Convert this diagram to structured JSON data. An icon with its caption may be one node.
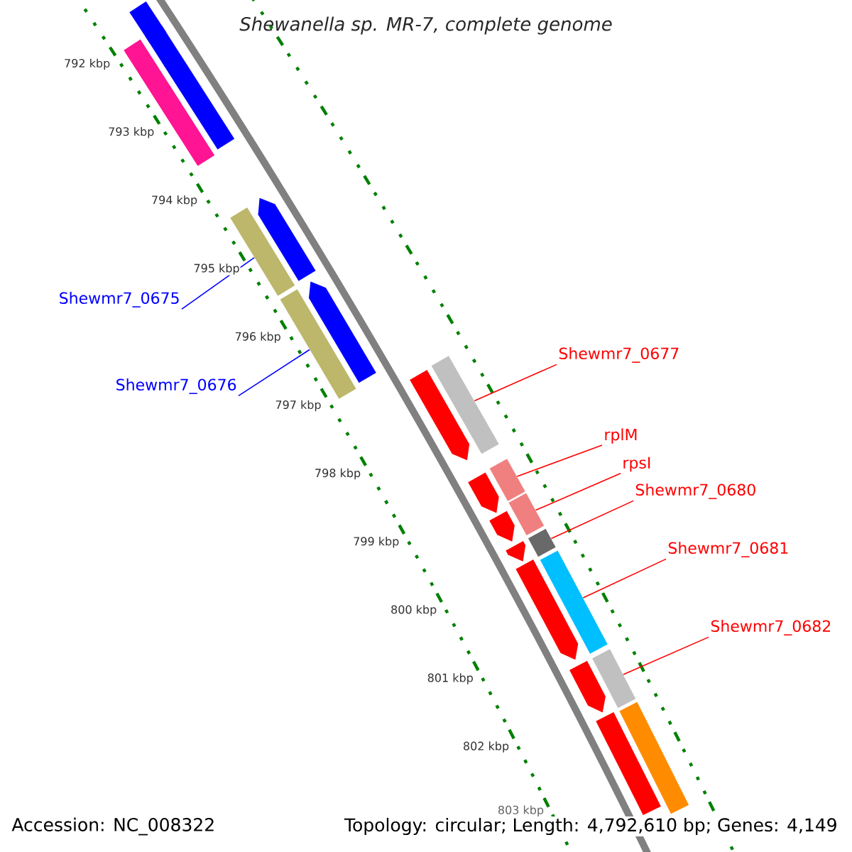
{
  "diagram": {
    "title": "Shewanella sp. MR-7, complete genome",
    "nodes": [
      {
        "text": [
          "Shewmr7_0675"
        ]
      },
      {
        "text": [],
        "shape": "bar"
      },
      {
        "text": [
          "Shewmr7_0676"
        ]
      },
      {
        "text": [],
        "shape": "bar"
      },
      {
        "text": [
          "Shewmr7_0677"
        ]
      },
      {
        "text": [],
        "shape": "bar"
      },
      {
        "text": [
          "rplM"
        ]
      },
      {
        "text": [],
        "shape": "bar"
      },
      {
        "text": [
          "rpsI"
        ]
      },
      {
        "text": [],
        "shape": "bar"
      },
      {
        "text": [
          "Shewmr7_0680"
        ]
      },
      {
        "text": [],
        "shape": "bar"
      },
      {
        "text": [
          "Shewmr7_0681"
        ]
      },
      {
        "text": [],
        "shape": "bar"
      },
      {
        "text": [
          "Shewmr7_0682"
        ]
      },
      {
        "text": [],
        "shape": "bar"
      },
      {
        "text": [],
        "shape": "bar"
      },
      {
        "text": [],
        "shape": "arrow"
      },
      {
        "text": [],
        "shape": "bar"
      },
      {
        "text": [],
        "shape": "arrow"
      },
      {
        "text": [],
        "shape": "arrow"
      },
      {
        "text": [],
        "shape": "arrow"
      },
      {
        "text": [],
        "shape": "arrow"
      },
      {
        "text": [],
        "shape": "arrow"
      },
      {
        "text": [],
        "shape": "arrow"
      },
      {
        "text": [],
        "shape": "arrow"
      },
      {
        "text": [],
        "shape": "arrow"
      },
      {
        "text": [],
        "shape": "arrow"
      },
      {
        "text": [],
        "shape": "bar"
      }
    ],
    "edges": [
      {
        "from": 0,
        "to": 1,
        "arrow": "none",
        "color": "#0000ff"
      },
      {
        "from": 2,
        "to": 3,
        "arrow": "none",
        "color": "#0000ff"
      },
      {
        "from": 4,
        "to": 5,
        "arrow": "none"
      },
      {
        "from": 6,
        "to": 7,
        "arrow": "none"
      },
      {
        "from": 8,
        "to": 9,
        "arrow": "none"
      },
      {
        "from": 10,
        "to": 11,
        "arrow": "none"
      },
      {
        "from": 12,
        "to": 13,
        "arrow": "none"
      },
      {
        "from": 14,
        "to": 15,
        "arrow": "none"
      }
    ],
    "labels": [
      "792 kbp",
      "793 kbp",
      "794 kbp",
      "795 kbp",
      "796 kbp",
      "797 kbp",
      "798 kbp",
      "799 kbp",
      "800 kbp",
      "801 kbp",
      "802 kbp",
      "803 kbp",
      "Accession: NC_008322",
      "Topology: circular; Length: 4,792,610 bp; Genes: 4,149"
    ]
  }
}
